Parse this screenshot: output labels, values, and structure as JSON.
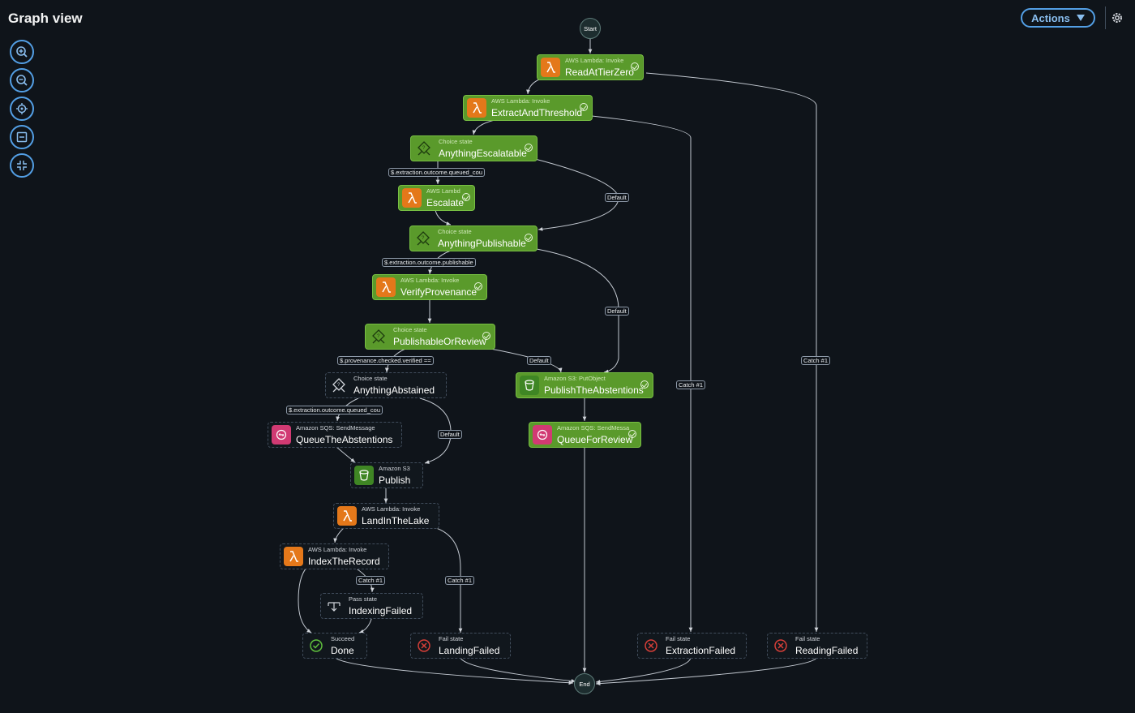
{
  "header": {
    "title": "Graph view",
    "actions_label": "Actions",
    "settings_icon": "gear-icon"
  },
  "toolbar": {
    "icons": [
      "zoom-in-icon",
      "zoom-out-icon",
      "center-icon",
      "fit-icon",
      "collapse-icon"
    ]
  },
  "terminals": {
    "start": "Start",
    "end": "End"
  },
  "nodes": {
    "ReadAtTierZero": {
      "type": "AWS Lambda: Invoke",
      "name": "ReadAtTierZero"
    },
    "ExtractAndThreshold": {
      "type": "AWS Lambda: Invoke",
      "name": "ExtractAndThreshold"
    },
    "AnythingEscalatable": {
      "type": "Choice state",
      "name": "AnythingEscalatable"
    },
    "Escalate": {
      "type": "AWS Lambd",
      "name": "Escalate"
    },
    "AnythingPublishable": {
      "type": "Choice state",
      "name": "AnythingPublishable"
    },
    "VerifyProvenance": {
      "type": "AWS Lambda: Invoke",
      "name": "VerifyProvenance"
    },
    "PublishableOrReview": {
      "type": "Choice state",
      "name": "PublishableOrReview"
    },
    "AnythingAbstained": {
      "type": "Choice state",
      "name": "AnythingAbstained"
    },
    "PublishTheAbstentions": {
      "type": "Amazon S3: PutObject",
      "name": "PublishTheAbstentions"
    },
    "QueueTheAbstentions": {
      "type": "Amazon SQS: SendMessage",
      "name": "QueueTheAbstentions"
    },
    "QueueForReview": {
      "type": "Amazon SQS: SendMessa",
      "name": "QueueForReview"
    },
    "Publish": {
      "type": "Amazon S3",
      "name": "Publish"
    },
    "LandInTheLake": {
      "type": "AWS Lambda: Invoke",
      "name": "LandInTheLake"
    },
    "IndexTheRecord": {
      "type": "AWS Lambda: Invoke",
      "name": "IndexTheRecord"
    },
    "IndexingFailed": {
      "type": "Pass state",
      "name": "IndexingFailed"
    },
    "Done": {
      "type": "Succeed",
      "name": "Done"
    },
    "LandingFailed": {
      "type": "Fail state",
      "name": "LandingFailed"
    },
    "ExtractionFailed": {
      "type": "Fail state",
      "name": "ExtractionFailed"
    },
    "ReadingFailed": {
      "type": "Fail state",
      "name": "ReadingFailed"
    }
  },
  "edge_labels": {
    "escalatable_cond": "$.extraction.outcome.queued_cou",
    "escalatable_default": "Default",
    "publishable_cond": "$.extraction.outcome.publishable",
    "publishable_default": "Default",
    "review_cond": "$.provenance.checked.verified ==",
    "review_default": "Default",
    "abstained_cond": "$.extraction.outcome.queued_cou",
    "abstained_default": "Default",
    "extract_catch": "Catch #1",
    "read_catch": "Catch #1",
    "index_catch": "Catch #1",
    "land_catch": "Catch #1"
  },
  "colors": {
    "accent": "#539fe5",
    "success": "#5a9a2b",
    "lambda": "#e4781a",
    "s3": "#3f8624",
    "sqs": "#d13a73",
    "fail": "#d63f38"
  }
}
